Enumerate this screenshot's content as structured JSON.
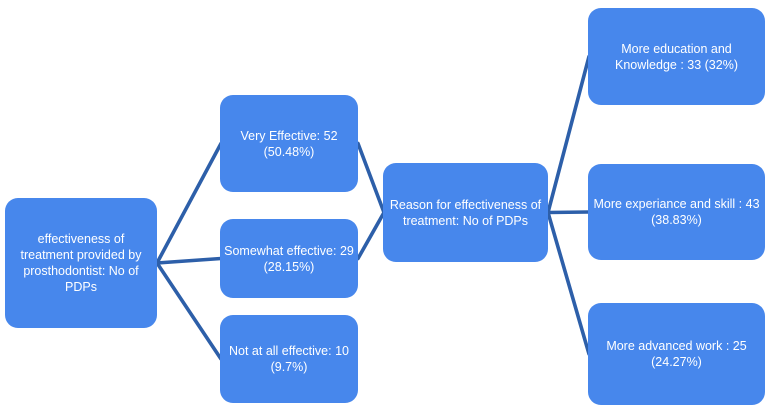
{
  "figure": {
    "background": "#ffffff",
    "colors": {
      "node_fill": "#4787ec",
      "node_text": "#ffffff",
      "connector": "#2d5fa9"
    },
    "nodes": [
      {
        "id": "root",
        "label": "effectiveness of\ntreatment provided by\nprosthodontist: No of\nPDPs"
      },
      {
        "id": "very",
        "label": "Very Effective: 52\n(50.48%)"
      },
      {
        "id": "somewhat",
        "label": "Somewhat effective: 29\n(28.15%)"
      },
      {
        "id": "notatall",
        "label": "Not at all effective: 10\n(9.7%)"
      },
      {
        "id": "reason",
        "label": "Reason for effectiveness of\ntreatment: No of PDPs"
      },
      {
        "id": "education",
        "label": "More education and\nKnowledge : 33 (32%)"
      },
      {
        "id": "experience",
        "label": "More experiance and skill : 43\n(38.83%)"
      },
      {
        "id": "advanced",
        "label": "More advanced work : 25\n(24.27%)"
      }
    ],
    "edges": [
      {
        "from": "root",
        "to": "very"
      },
      {
        "from": "root",
        "to": "somewhat"
      },
      {
        "from": "root",
        "to": "notatall"
      },
      {
        "from": "very",
        "to": "reason"
      },
      {
        "from": "somewhat",
        "to": "reason"
      },
      {
        "from": "reason",
        "to": "education"
      },
      {
        "from": "reason",
        "to": "experience"
      },
      {
        "from": "reason",
        "to": "advanced"
      }
    ]
  }
}
